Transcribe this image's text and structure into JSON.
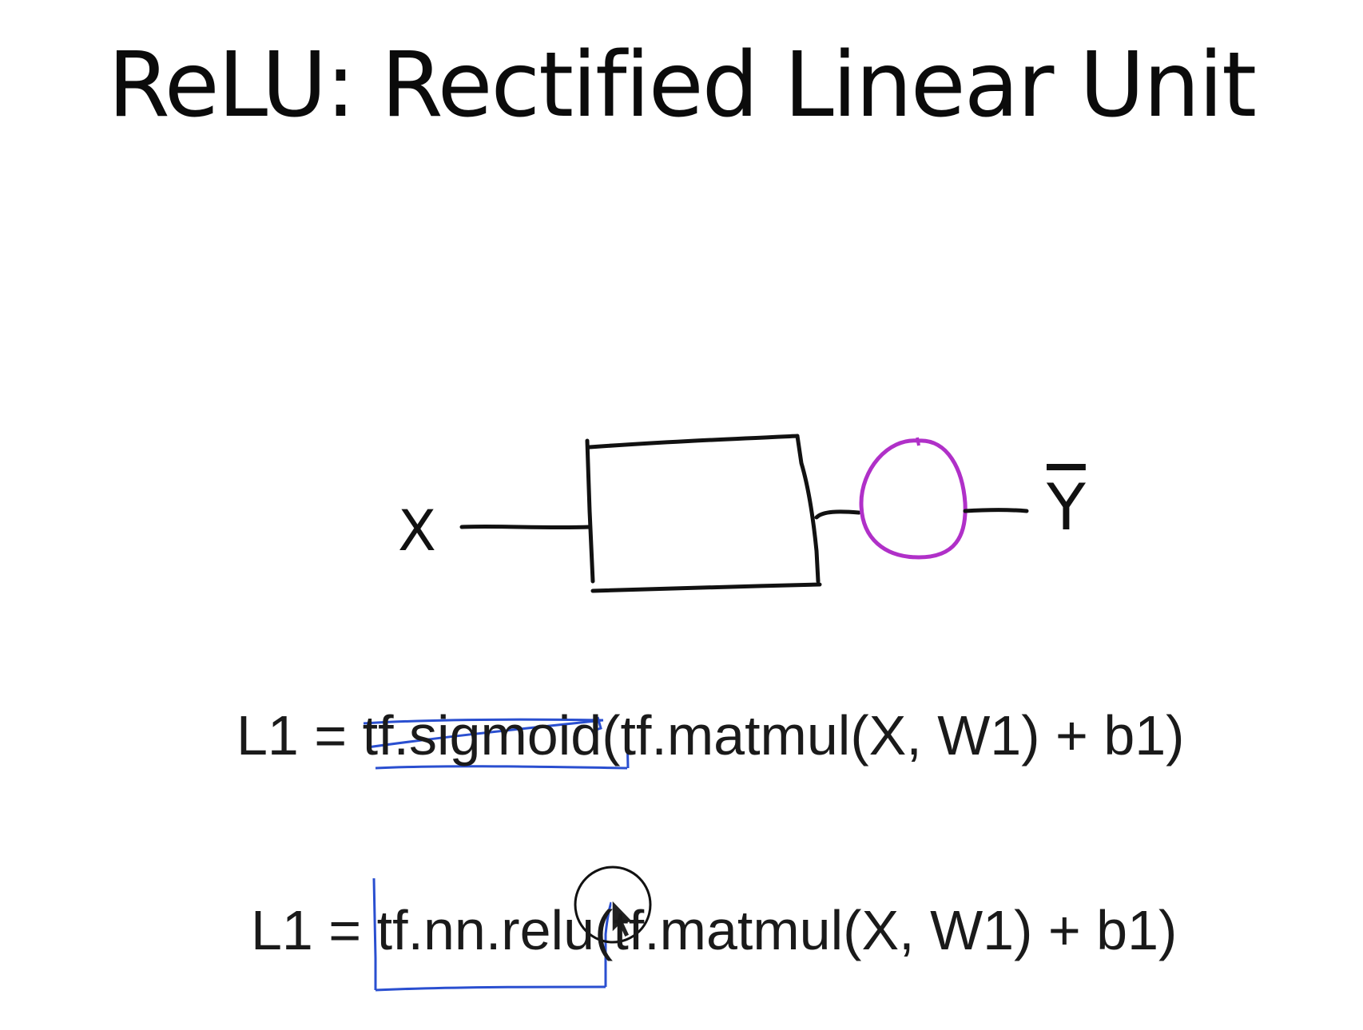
{
  "slide": {
    "title": "ReLU: Rectified Linear Unit",
    "diagram": {
      "input_label": "X",
      "output_label": "Y"
    },
    "code_line_1": {
      "lhs": "L1 = ",
      "struck_call": "tf.sigmoid",
      "rest": "(tf.matmul(X, W1) + b1)"
    },
    "code_line_2": {
      "lhs": "L1 = ",
      "boxed_call": "tf.nn.relu",
      "rest": "(tf.matmul(X, W1) + b1)"
    }
  },
  "colors": {
    "ink": "#111111",
    "pen_blue": "#2a4fd0",
    "pen_purple": "#b030c8"
  },
  "icons": [
    "mouse-cursor-icon"
  ]
}
